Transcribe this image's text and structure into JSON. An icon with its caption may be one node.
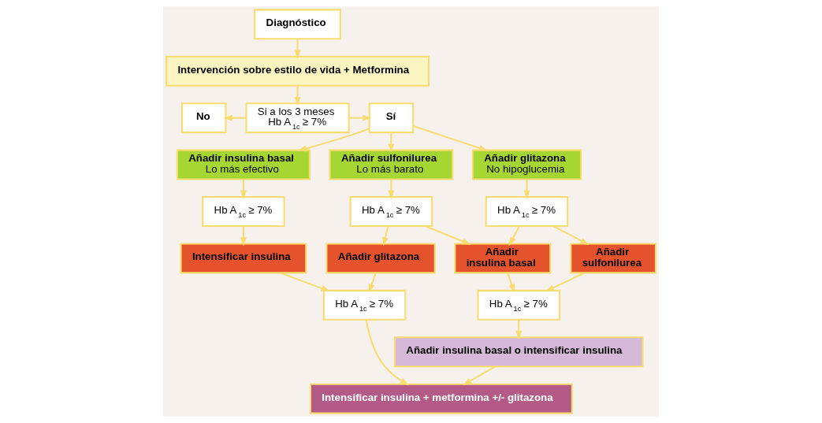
{
  "diagram": {
    "nodes": [
      {
        "text": [
          "Diagnóstico"
        ]
      },
      {
        "text": [
          "Intervención sobre estilo de vida + Metformina"
        ]
      },
      {
        "text": [
          "No"
        ]
      },
      {
        "text": [
          "Si a los 3 meses Hb A$_{1c}$ ≥ 7%"
        ]
      },
      {
        "text": [
          "Sí"
        ]
      },
      {
        "text": [
          "Añadir insulina basal",
          "Lo más efectivo"
        ]
      },
      {
        "text": [
          "Añadir sulfonilurea",
          "Lo más barato"
        ]
      },
      {
        "text": [
          "Añadir glitazona",
          "No hipoglucemia"
        ]
      },
      {
        "text": [
          "Hb A$_{1c}$ ≥ 7%"
        ]
      },
      {
        "text": [
          "Hb A$_{1c}$ ≥ 7%"
        ]
      },
      {
        "text": [
          "Hb A$_{1c}$ ≥ 7%"
        ]
      },
      {
        "text": [
          "Intensificar insulina"
        ]
      },
      {
        "text": [
          "Añadir glitazona"
        ]
      },
      {
        "text": [
          "Añadir insulina basal"
        ]
      },
      {
        "text": [
          "Añadir sulfonilurea"
        ]
      },
      {
        "text": [
          "Hb A$_{1c}$ ≥ 7%"
        ]
      },
      {
        "text": [
          "Hb A$_{1c}$ ≥ 7%"
        ]
      },
      {
        "text": [
          "Añadir insulina basal o intensificar insulina"
        ]
      },
      {
        "text": [
          "Intensificar insulina + metformina +/- glitazona"
        ]
      }
    ],
    "edges": [
      {
        "from": 0,
        "to": 1,
        "arrow": "to"
      },
      {
        "from": 1,
        "to": 3,
        "arrow": "to"
      },
      {
        "from": 3,
        "to": 2,
        "arrow": "to"
      },
      {
        "from": 3,
        "to": 4,
        "arrow": "to"
      },
      {
        "from": 4,
        "to": 5,
        "arrow": "to"
      },
      {
        "from": 4,
        "to": 6,
        "arrow": "to"
      },
      {
        "from": 4,
        "to": 7,
        "arrow": "to"
      },
      {
        "from": 5,
        "to": 8,
        "arrow": "to"
      },
      {
        "from": 6,
        "to": 9,
        "arrow": "to"
      },
      {
        "from": 7,
        "to": 10,
        "arrow": "to"
      },
      {
        "from": 8,
        "to": 11,
        "arrow": "to"
      },
      {
        "from": 9,
        "to": 12,
        "arrow": "to"
      },
      {
        "from": 9,
        "to": 13,
        "arrow": "to"
      },
      {
        "from": 10,
        "to": 13,
        "arrow": "to"
      },
      {
        "from": 10,
        "to": 14,
        "arrow": "to"
      },
      {
        "from": 11,
        "to": 15,
        "arrow": "to"
      },
      {
        "from": 12,
        "to": 15,
        "arrow": "to"
      },
      {
        "from": 13,
        "to": 16,
        "arrow": "to"
      },
      {
        "from": 14,
        "to": 16,
        "arrow": "to"
      },
      {
        "from": 15,
        "to": 18,
        "arrow": "to"
      },
      {
        "from": 16,
        "to": 17,
        "arrow": "to"
      },
      {
        "from": 17,
        "to": 18,
        "arrow": "to"
      }
    ]
  }
}
